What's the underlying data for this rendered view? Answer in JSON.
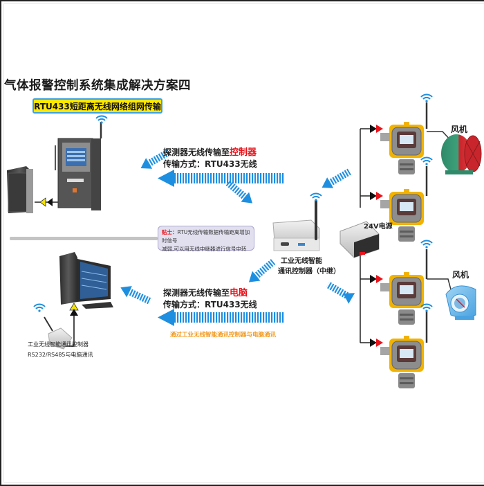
{
  "title": "气体报警控制系统集成解决方案四",
  "badge": "RTU433短距离无线网络组网传输",
  "upper_link": {
    "line1_prefix": "探测器无线传输至",
    "line1_highlight": "控制器",
    "line2": "传输方式：RTU433无线"
  },
  "lower_link": {
    "line1_prefix": "探测器无线传输至",
    "line1_highlight": "电脑",
    "line2": "传输方式：RTU433无线",
    "note": "通过工业无线智能通讯控制器与电脑通讯"
  },
  "tip_box": {
    "tip_label": "贴士：",
    "text_line1": "RTU无线传输数据传输距离增加时信号",
    "text_line2": "减弱,可以用无线中继器进行信号中转"
  },
  "relay": {
    "line1": "工业无线智能",
    "line2": "通讯控制器（中继）"
  },
  "pc_module": {
    "line1": "工业无线智能通讯控制器",
    "line2": "RS232/RS485与电脑通讯"
  },
  "power_supply": "24V电源",
  "fans": [
    {
      "label": "风机",
      "type": "axial"
    },
    {
      "label": "风机",
      "type": "centrifugal"
    }
  ],
  "detectors_count": 4,
  "colors": {
    "accent_blue": "#1e8fe0",
    "highlight_red": "#e8141c",
    "badge_yellow": "#ffe800",
    "detector_yellow": "#f2b300",
    "note_orange": "#f29a1f"
  }
}
